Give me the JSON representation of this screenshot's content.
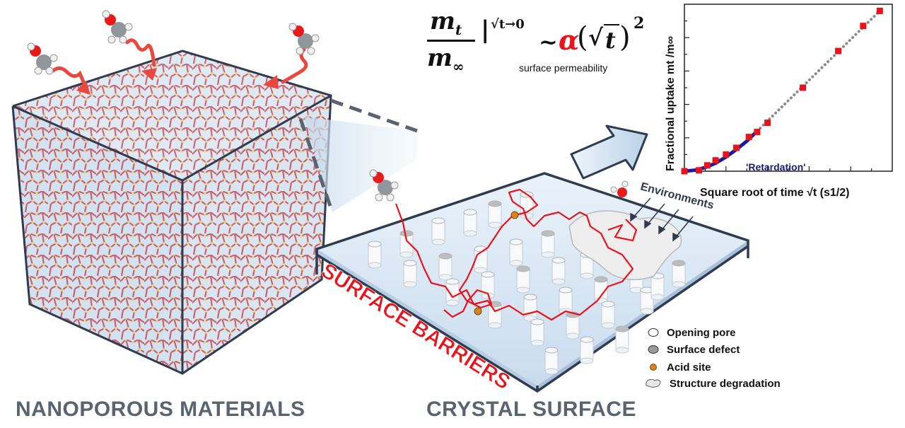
{
  "titles": {
    "left": "NANOPOROUS MATERIALS",
    "right": "CRYSTAL SURFACE"
  },
  "banner": "SURFACE BARRIERS",
  "equation": {
    "numerator": "m",
    "numerator_sub": "t",
    "denominator": "m",
    "denominator_sub": "∞",
    "limit": "√t→0",
    "tilde": "~",
    "alpha": "α",
    "sqrt_arg": "t",
    "exponent": "2",
    "annotation": "surface permeability"
  },
  "environments_label": "Environments",
  "legend": [
    {
      "label": "Opening pore",
      "icon": "open-circle-icon",
      "color": "#ffffff"
    },
    {
      "label": "Surface defect",
      "icon": "gray-circle-icon",
      "color": "#9a9a9a"
    },
    {
      "label": "Acid site",
      "icon": "orange-dot-icon",
      "color": "#d9831e"
    },
    {
      "label": "Structure degradation",
      "icon": "blob-icon",
      "color": "#e8e8e8"
    }
  ],
  "chart_data": {
    "type": "scatter",
    "xlabel": "Square root of time √t (s1/2)",
    "ylabel": "Fractional uptake mt /m∞",
    "annotation": "'Retardation'",
    "xlim": [
      0,
      10
    ],
    "ylim": [
      0,
      1
    ],
    "series": [
      {
        "marker": "square",
        "color": "#e8141c",
        "x": [
          0.0,
          0.7,
          1.1,
          1.5,
          2.0,
          2.5,
          3.1,
          3.5,
          4.0,
          5.7,
          7.4,
          8.6,
          9.4
        ],
        "y": [
          0.0,
          0.005,
          0.035,
          0.065,
          0.1,
          0.14,
          0.205,
          0.235,
          0.29,
          0.5,
          0.72,
          0.87,
          0.96
        ]
      },
      {
        "marker": "line",
        "color": "#1a1aa0",
        "x": [
          0.0,
          0.5,
          1.0,
          1.5,
          2.0,
          2.5,
          3.0,
          3.5
        ],
        "y": [
          0.0,
          0.006,
          0.022,
          0.048,
          0.085,
          0.13,
          0.18,
          0.24
        ]
      },
      {
        "marker": "dotted",
        "color": "#8a8a8a",
        "x": [
          3.5,
          9.4
        ],
        "y": [
          0.24,
          0.96
        ]
      }
    ]
  },
  "colors": {
    "frame": "#2f3b4f",
    "barrier_text": "#e8141c",
    "trajectory": "#e8141c",
    "arrow": "#e8483e",
    "glass": "#cfe0ef"
  }
}
